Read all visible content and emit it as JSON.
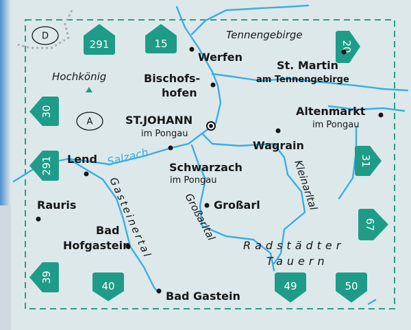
{
  "colors": {
    "background": "#dde8ea",
    "badge": "#1f9c88",
    "river": "#3aaee2",
    "border": "#2a9c8a"
  },
  "country_codes": [
    "D",
    "A"
  ],
  "roads": {
    "top_291": "291",
    "top_15": "15",
    "right_20": "20",
    "left_30": "30",
    "left_291": "291",
    "right_31": "31",
    "right_67": "67",
    "left_39": "39",
    "bottom_40": "40",
    "bottom_49": "49",
    "bottom_50": "50"
  },
  "regions": {
    "tennengebirge": "Tennengebirge",
    "hochkoenig": "Hochkönig",
    "salzach": "Salzach",
    "gasteinertal": "Gasteinertal",
    "grossarltal": "Großarltal",
    "kleinarltal": "Kleinarltal",
    "radstaedter": "Radstädter",
    "tauern": "Tauern"
  },
  "places": {
    "werfen": "Werfen",
    "st_martin": "St. Martin",
    "st_martin_sub": "am Tennengebirge",
    "bischofs": "Bischofs-",
    "hofen": "hofen",
    "st_johann": "ST.JOHANN",
    "st_johann_sub": "im Pongau",
    "altenmarkt": "Altenmarkt",
    "altenmarkt_sub": "im Pongau",
    "wagrain": "Wagrain",
    "lend": "Lend",
    "schwarzach": "Schwarzach",
    "schwarzach_sub": "im Pongau",
    "grossarl": "Großarl",
    "rauris": "Rauris",
    "bad": "Bad",
    "hofgastein": "Hofgastein",
    "bad_gastein": "Bad Gastein"
  }
}
